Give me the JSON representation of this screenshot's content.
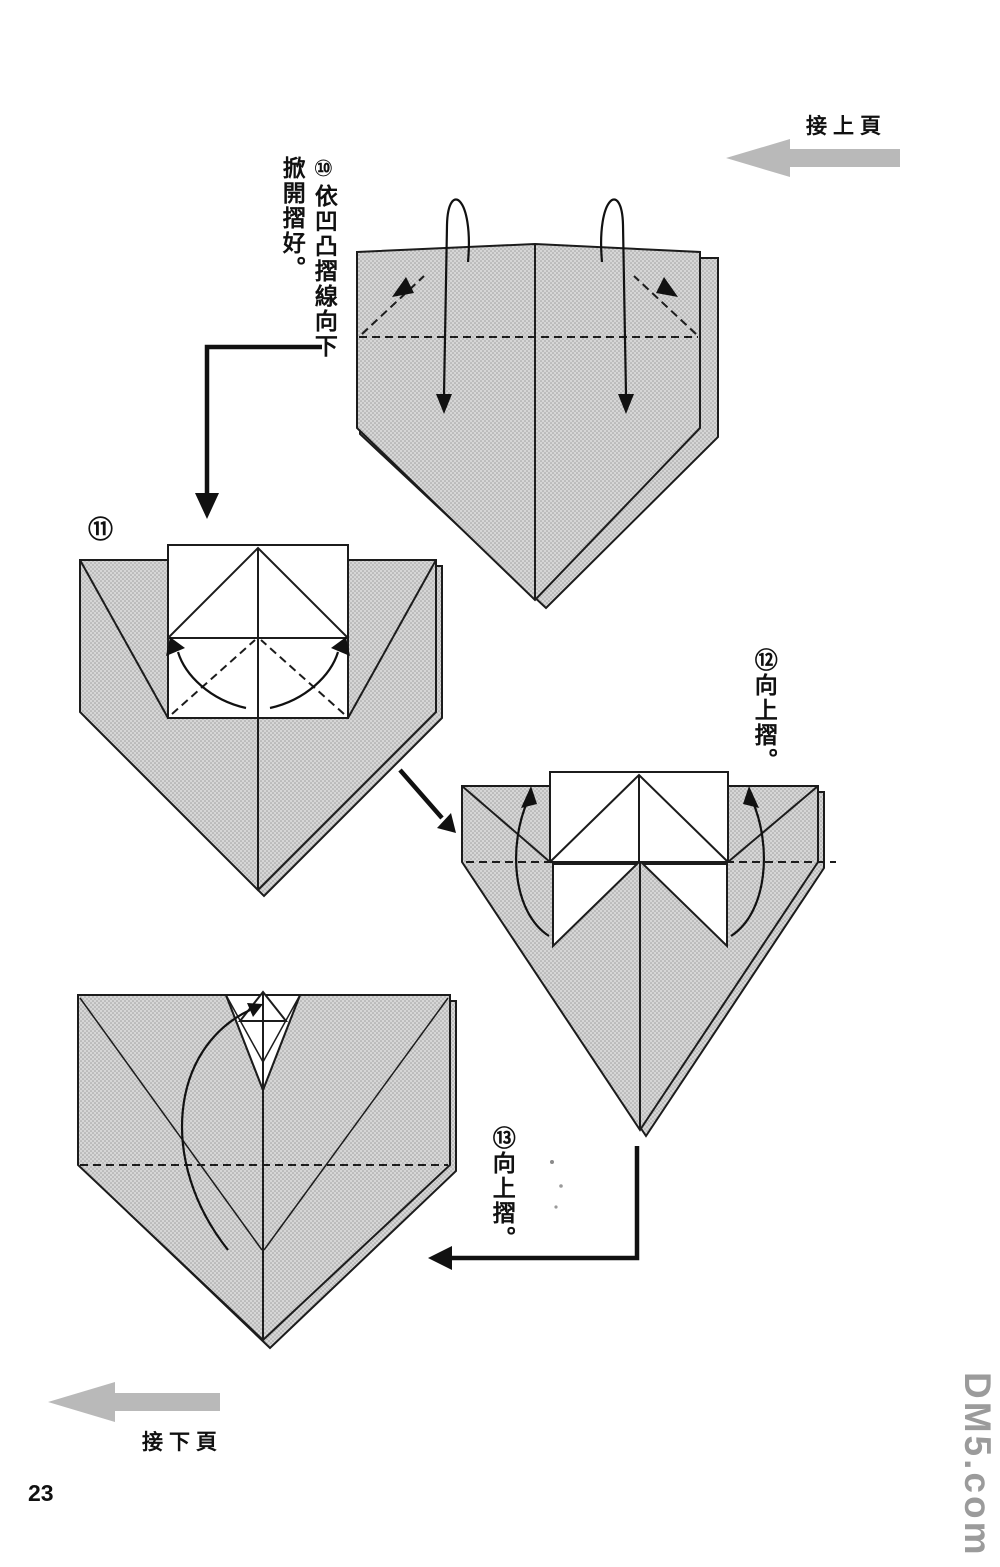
{
  "page": {
    "number": "23",
    "watermark": "DM5.com"
  },
  "nav": {
    "prev": "接上頁",
    "next": "接下頁"
  },
  "steps": {
    "s10": {
      "badge": "⑩",
      "line1": "⑩依凹凸摺線向下",
      "line2": "掀開摺好。"
    },
    "s11": {
      "badge": "⑪"
    },
    "s12": {
      "badge": "⑫",
      "line1": "⑫向上摺。"
    },
    "s13": {
      "badge": "⑬",
      "line1": "⑬向上摺。"
    }
  },
  "colors": {
    "paper_gray": "#d6d6d6",
    "halftone_dot": "#9f9f9f",
    "outline": "#1c1c1c",
    "nav_arrow_gray": "#b9b9b9",
    "watermark_gray": "#9b9b9b"
  }
}
